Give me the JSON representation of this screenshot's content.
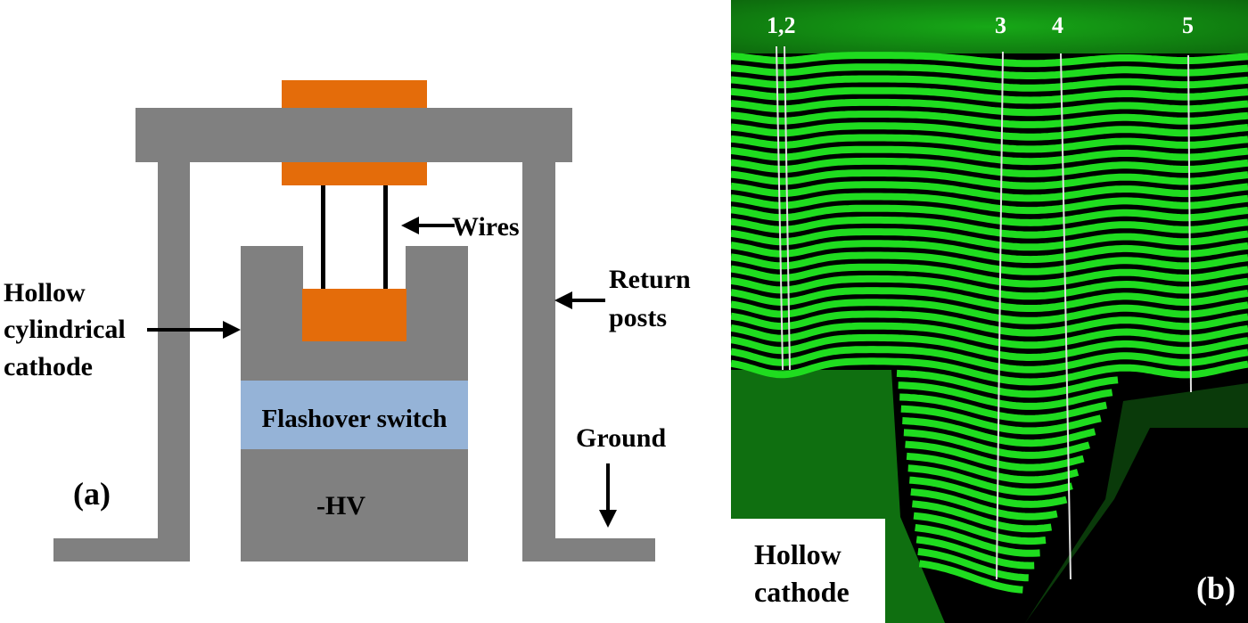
{
  "panel_a": {
    "label": "(a)",
    "labels": {
      "wires": "Wires",
      "hollow_cathode": [
        "Hollow",
        "cylindrical",
        "cathode"
      ],
      "return_posts": [
        "Return",
        "posts"
      ],
      "flashover_switch": "Flashover switch",
      "ground": "Ground",
      "hv": "-HV"
    },
    "colors": {
      "structure": "#808080",
      "electrode": "#e46c0a",
      "switch": "#95b3d7",
      "wire": "#000000"
    }
  },
  "panel_b": {
    "label": "(b)",
    "cathode_label": [
      "Hollow",
      "cathode"
    ],
    "wire_labels": [
      "1,2",
      "3",
      "4",
      "5"
    ],
    "colors": {
      "fringe": "#1fdc1f",
      "background": "#000000",
      "wire_line": "#e0e0e0"
    }
  }
}
